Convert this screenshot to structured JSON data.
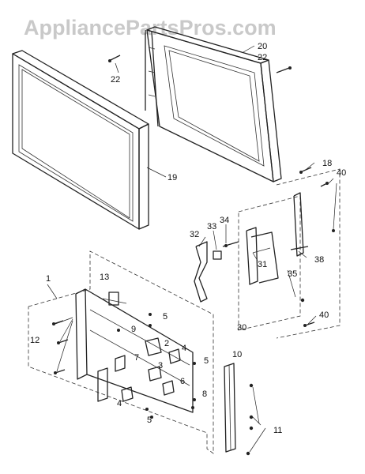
{
  "watermark": "AppliancePartsPros.com",
  "callouts": {
    "c1": "1",
    "c2": "2",
    "c3": "3",
    "c4a": "4",
    "c4b": "4",
    "c5a": "5",
    "c5b": "5",
    "c5c": "5",
    "c6": "6",
    "c7": "7",
    "c8": "8",
    "c9": "9",
    "c10": "10",
    "c11": "11",
    "c12": "12",
    "c13": "13",
    "c18": "18",
    "c19": "19",
    "c20": "20",
    "c22a": "22",
    "c22b": "22",
    "c30": "30",
    "c31": "31",
    "c32": "32",
    "c33": "33",
    "c34": "34",
    "c35": "35",
    "c38": "38",
    "c40a": "40",
    "c40b": "40"
  }
}
